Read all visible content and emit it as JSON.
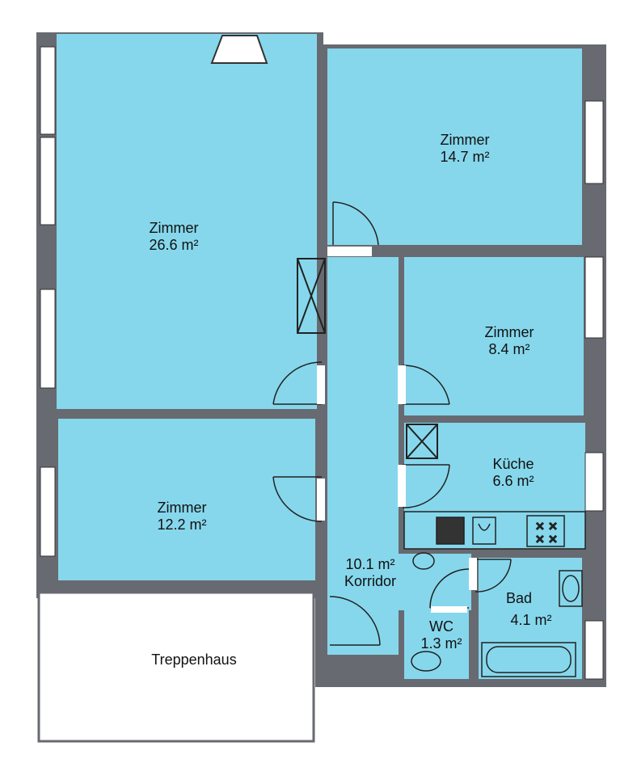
{
  "colors": {
    "room_fill": "#86d7ec",
    "wall": "#676a70",
    "window": "#ffffff",
    "stair_fill": "#ffffff",
    "text": "#111111"
  },
  "rooms": [
    {
      "id": "zimmer-1",
      "name": "Zimmer",
      "area": "26.6 m²"
    },
    {
      "id": "zimmer-2",
      "name": "Zimmer",
      "area": "14.7 m²"
    },
    {
      "id": "zimmer-3",
      "name": "Zimmer",
      "area": "8.4 m²"
    },
    {
      "id": "zimmer-4",
      "name": "Zimmer",
      "area": "12.2 m²"
    },
    {
      "id": "kueche",
      "name": "Küche",
      "area": "6.6 m²"
    },
    {
      "id": "korridor",
      "name": "Korridor",
      "area": "10.1 m²"
    },
    {
      "id": "bad",
      "name": "Bad",
      "area": "4.1 m²"
    },
    {
      "id": "wc",
      "name": "WC",
      "area": "1.3 m²"
    }
  ],
  "stairwell": {
    "name": "Treppenhaus"
  }
}
